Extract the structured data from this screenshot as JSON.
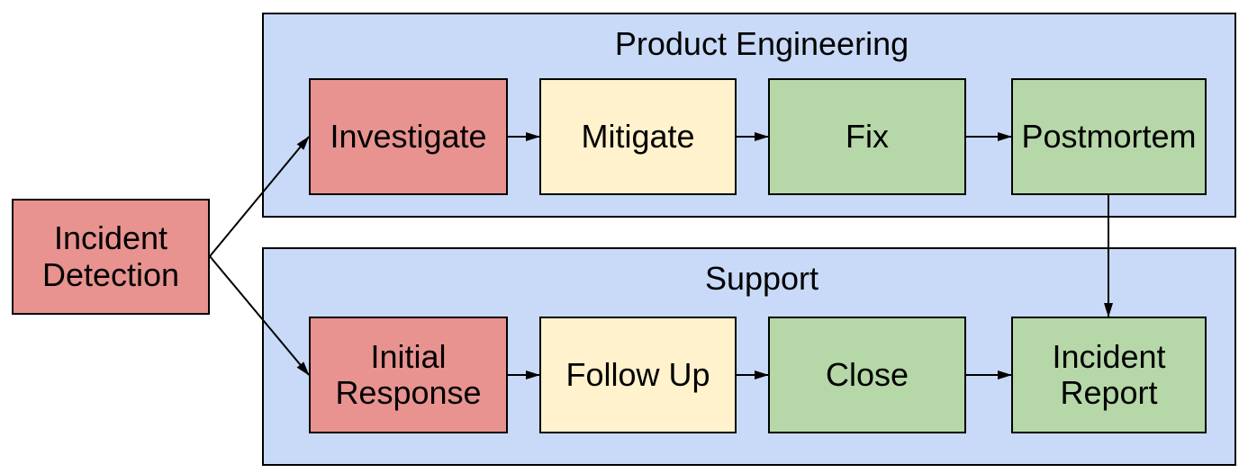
{
  "colors": {
    "background": "#ffffff",
    "lane_blue": "#c9daf8",
    "node_red": "#e89390",
    "node_yellow": "#fff2cc",
    "node_green": "#b6d7a8",
    "line": "#000000",
    "text": "#000000"
  },
  "start_node": {
    "id": "incident-detection",
    "label": "Incident\nDetection",
    "color": "#e89390"
  },
  "lanes": [
    {
      "id": "product-engineering",
      "title": "Product Engineering",
      "steps": [
        {
          "id": "investigate",
          "label": "Investigate",
          "color": "#e89390"
        },
        {
          "id": "mitigate",
          "label": "Mitigate",
          "color": "#fff2cc"
        },
        {
          "id": "fix",
          "label": "Fix",
          "color": "#b6d7a8"
        },
        {
          "id": "postmortem",
          "label": "Postmortem",
          "color": "#b6d7a8"
        }
      ]
    },
    {
      "id": "support",
      "title": "Support",
      "steps": [
        {
          "id": "initial-response",
          "label": "Initial\nResponse",
          "color": "#e89390"
        },
        {
          "id": "follow-up",
          "label": "Follow Up",
          "color": "#fff2cc"
        },
        {
          "id": "close",
          "label": "Close",
          "color": "#b6d7a8"
        },
        {
          "id": "incident-report",
          "label": "Incident\nReport",
          "color": "#b6d7a8"
        }
      ]
    }
  ],
  "edges": [
    {
      "from": "incident-detection",
      "to": "investigate"
    },
    {
      "from": "incident-detection",
      "to": "initial-response"
    },
    {
      "from": "investigate",
      "to": "mitigate"
    },
    {
      "from": "mitigate",
      "to": "fix"
    },
    {
      "from": "fix",
      "to": "postmortem"
    },
    {
      "from": "postmortem",
      "to": "incident-report"
    },
    {
      "from": "initial-response",
      "to": "follow-up"
    },
    {
      "from": "follow-up",
      "to": "close"
    },
    {
      "from": "close",
      "to": "incident-report"
    }
  ]
}
